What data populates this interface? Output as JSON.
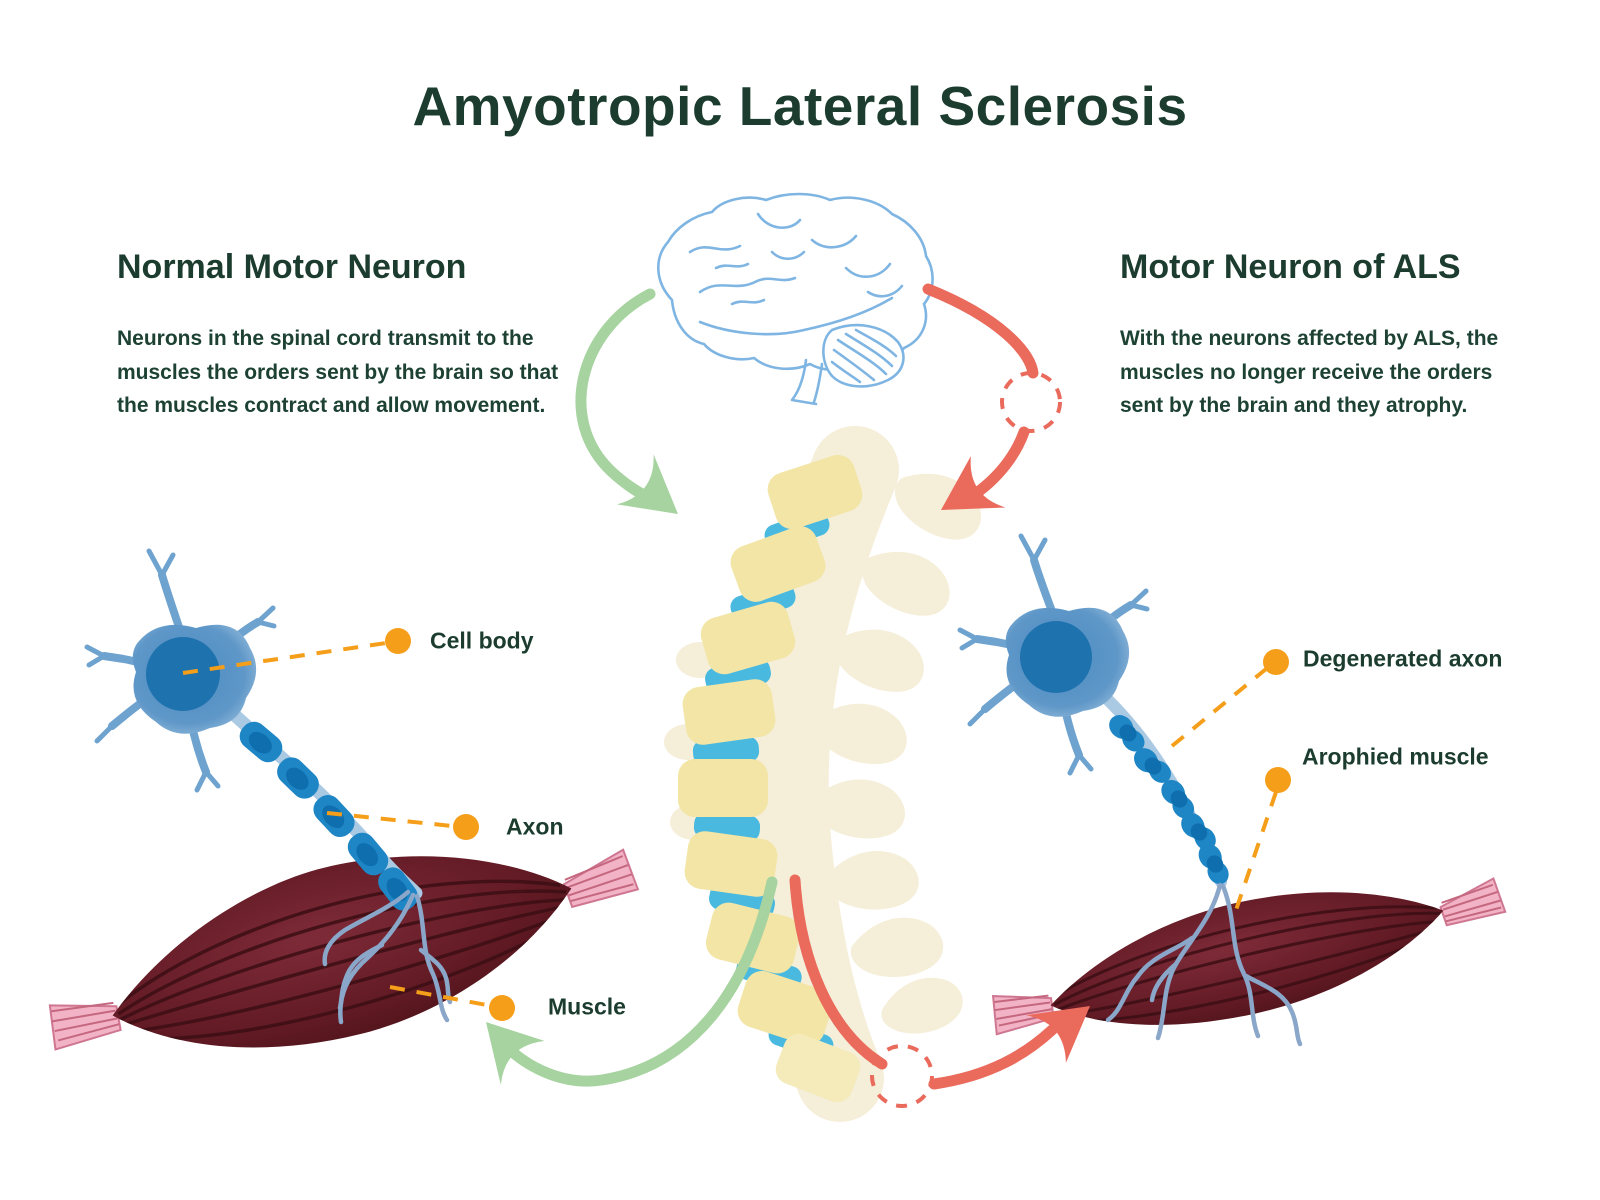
{
  "title": "Amyotropic Lateral Sclerosis",
  "left_panel": {
    "heading": "Normal Motor Neuron",
    "body": "Neurons in the spinal cord transmit to the muscles the orders sent by the brain so that the muscles contract and allow movement."
  },
  "right_panel": {
    "heading": "Motor Neuron of ALS",
    "body": "With the neurons affected by ALS, the muscles no longer receive the orders sent by the brain and they atrophy."
  },
  "labels": {
    "cell_body": "Cell body",
    "axon": "Axon",
    "muscle": "Muscle",
    "degenerated_axon": "Degenerated axon",
    "atrophied_muscle": "Arophied muscle"
  },
  "colors": {
    "text_dark_green": "#1b3c2e",
    "label_orange": "#f59e1a",
    "normal_pathway_green": "#a6d39f",
    "als_pathway_red": "#ea6a5c",
    "brain_outline_blue": "#7fb5e2",
    "neuron_body_blue": "#5b94c6",
    "neuron_nucleus_blue": "#1e72ae",
    "myelin_blue": "#1f86c6",
    "vertebra_yellow": "#f2e5a6",
    "disc_blue": "#49b9e0",
    "spine_background_cream": "#f5eed8",
    "muscle_maroon": "#5a171f",
    "tendon_pink": "#f3b3c6",
    "background": "#ffffff"
  }
}
